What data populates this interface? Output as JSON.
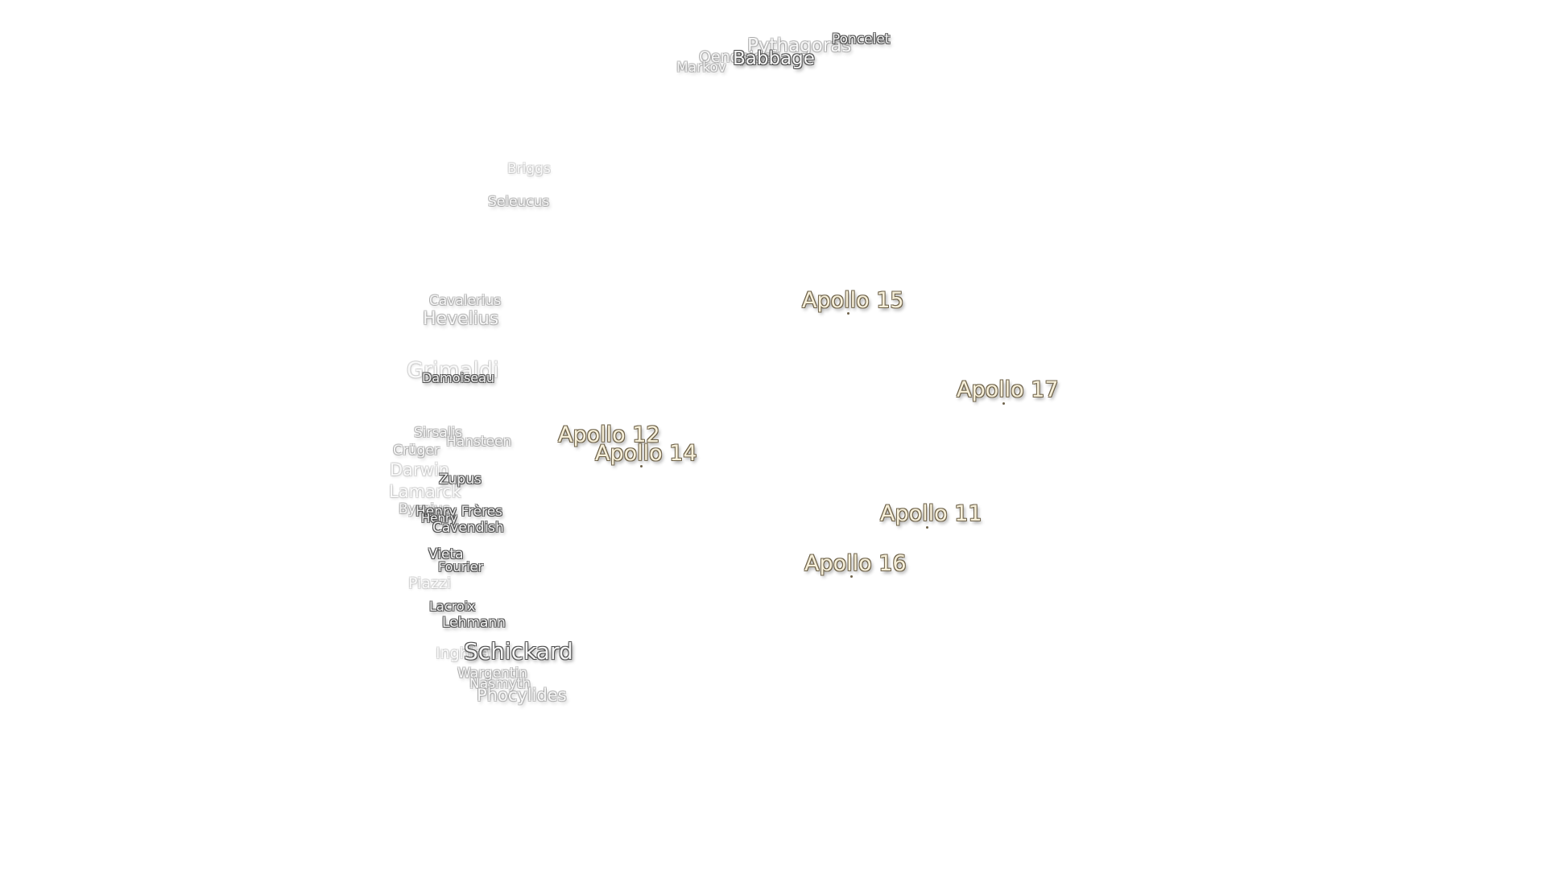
{
  "map": {
    "craters": [
      {
        "name": "Pythagoras"
      },
      {
        "name": "Poncelet"
      },
      {
        "name": "Oenopides"
      },
      {
        "name": "Babbage"
      },
      {
        "name": "Markov"
      },
      {
        "name": "Briggs"
      },
      {
        "name": "Seleucus"
      },
      {
        "name": "Cavalerius"
      },
      {
        "name": "Hevelius"
      },
      {
        "name": "Grimaldi"
      },
      {
        "name": "Damoiseau"
      },
      {
        "name": "Sirsalis"
      },
      {
        "name": "Hansteen"
      },
      {
        "name": "Crüger"
      },
      {
        "name": "Darwin"
      },
      {
        "name": "Zupus"
      },
      {
        "name": "Lamarck"
      },
      {
        "name": "Byrgius"
      },
      {
        "name": "Henry Frères"
      },
      {
        "name": "Henry"
      },
      {
        "name": "Cavendish"
      },
      {
        "name": "Vieta"
      },
      {
        "name": "Fourier"
      },
      {
        "name": "Piazzi"
      },
      {
        "name": "Lacroix"
      },
      {
        "name": "Lehmann"
      },
      {
        "name": "Inghirami"
      },
      {
        "name": "Schickard"
      },
      {
        "name": "Wargentin"
      },
      {
        "name": "Nasmyth"
      },
      {
        "name": "Phocylides"
      }
    ],
    "landing_sites": [
      {
        "name": "Apollo 15"
      },
      {
        "name": "Apollo 17"
      },
      {
        "name": "Apollo 12"
      },
      {
        "name": "Apollo 14"
      },
      {
        "name": "Apollo 11"
      },
      {
        "name": "Apollo 16"
      }
    ]
  }
}
